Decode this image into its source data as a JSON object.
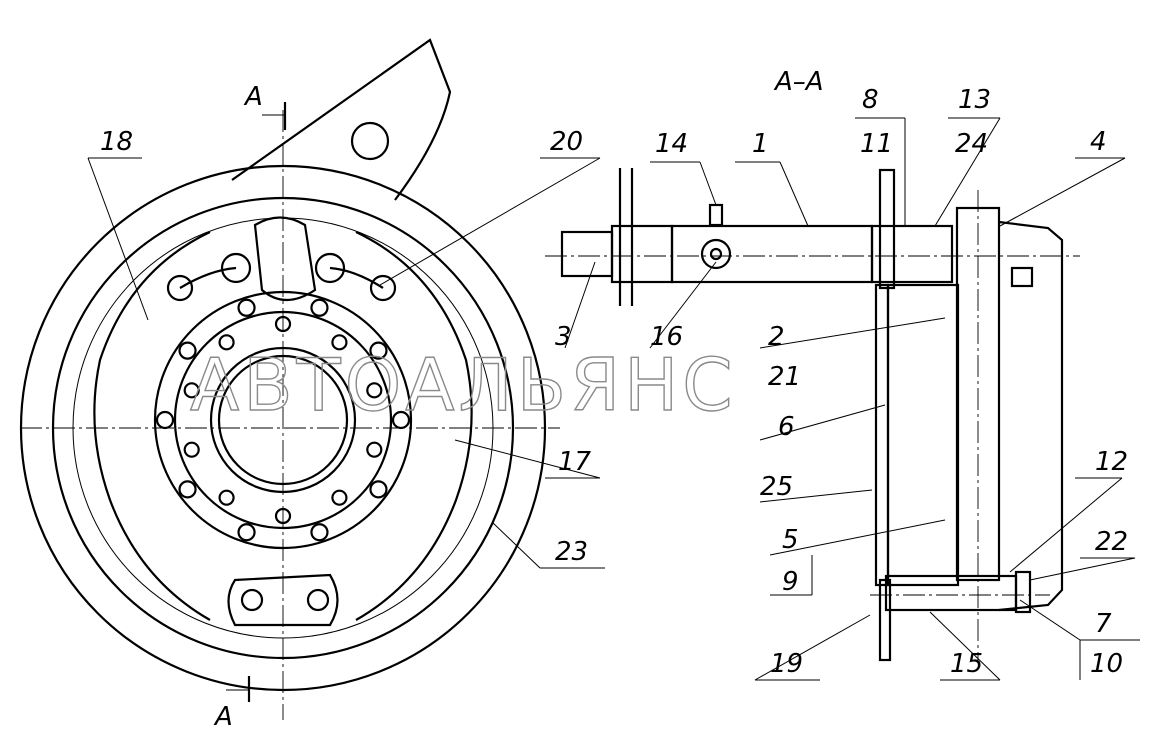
{
  "section_title": "A–A",
  "section_marks": [
    "A",
    "A"
  ],
  "watermark": "АВТОАЛЬЯНС",
  "callouts": [
    "18",
    "20",
    "17",
    "23",
    "14",
    "1",
    "8",
    "13",
    "11",
    "24",
    "4",
    "3",
    "16",
    "2",
    "21",
    "6",
    "25",
    "5",
    "9",
    "12",
    "22",
    "7",
    "10",
    "19",
    "15"
  ]
}
